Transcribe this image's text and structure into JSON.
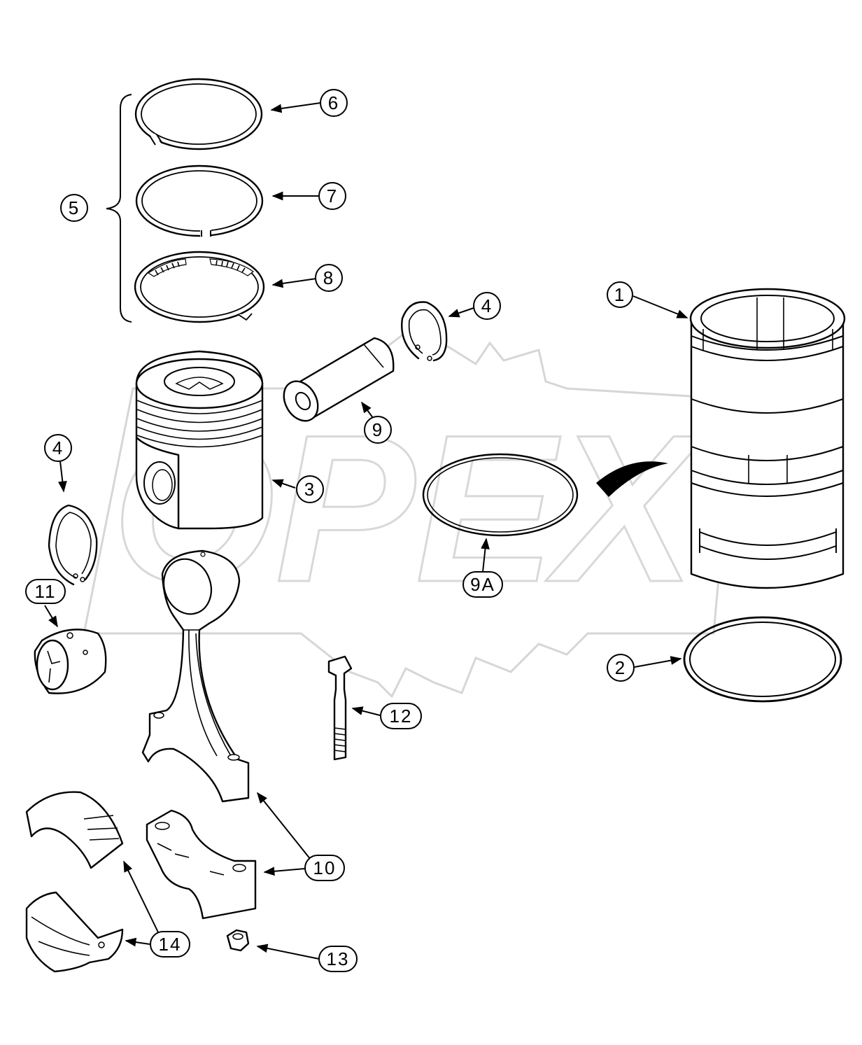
{
  "watermark": {
    "text": "OPEX"
  },
  "callouts": [
    {
      "id": "c1",
      "label": "1"
    },
    {
      "id": "c2",
      "label": "2"
    },
    {
      "id": "c3",
      "label": "3"
    },
    {
      "id": "c4a",
      "label": "4"
    },
    {
      "id": "c4b",
      "label": "4"
    },
    {
      "id": "c5",
      "label": "5"
    },
    {
      "id": "c6",
      "label": "6"
    },
    {
      "id": "c7",
      "label": "7"
    },
    {
      "id": "c8",
      "label": "8"
    },
    {
      "id": "c9",
      "label": "9"
    },
    {
      "id": "c9a",
      "label": "9A"
    },
    {
      "id": "c10",
      "label": "10"
    },
    {
      "id": "c11",
      "label": "11"
    },
    {
      "id": "c12",
      "label": "12"
    },
    {
      "id": "c13",
      "label": "13"
    },
    {
      "id": "c14",
      "label": "14"
    }
  ],
  "parts": [
    {
      "name": "cylinder-liner",
      "callout": "1"
    },
    {
      "name": "liner-seal-ring",
      "callout": "2"
    },
    {
      "name": "piston",
      "callout": "3"
    },
    {
      "name": "piston-pin-snap-ring",
      "callout": "4"
    },
    {
      "name": "piston-ring-set",
      "callout": "5"
    },
    {
      "name": "top-compression-ring",
      "callout": "6"
    },
    {
      "name": "second-compression-ring",
      "callout": "7"
    },
    {
      "name": "oil-control-ring",
      "callout": "8"
    },
    {
      "name": "piston-pin",
      "callout": "9"
    },
    {
      "name": "o-ring",
      "callout": "9A"
    },
    {
      "name": "connecting-rod",
      "callout": "10"
    },
    {
      "name": "small-end-bushing",
      "callout": "11"
    },
    {
      "name": "connecting-rod-bolt",
      "callout": "12"
    },
    {
      "name": "connecting-rod-nut",
      "callout": "13"
    },
    {
      "name": "connecting-rod-bearing",
      "callout": "14"
    }
  ]
}
